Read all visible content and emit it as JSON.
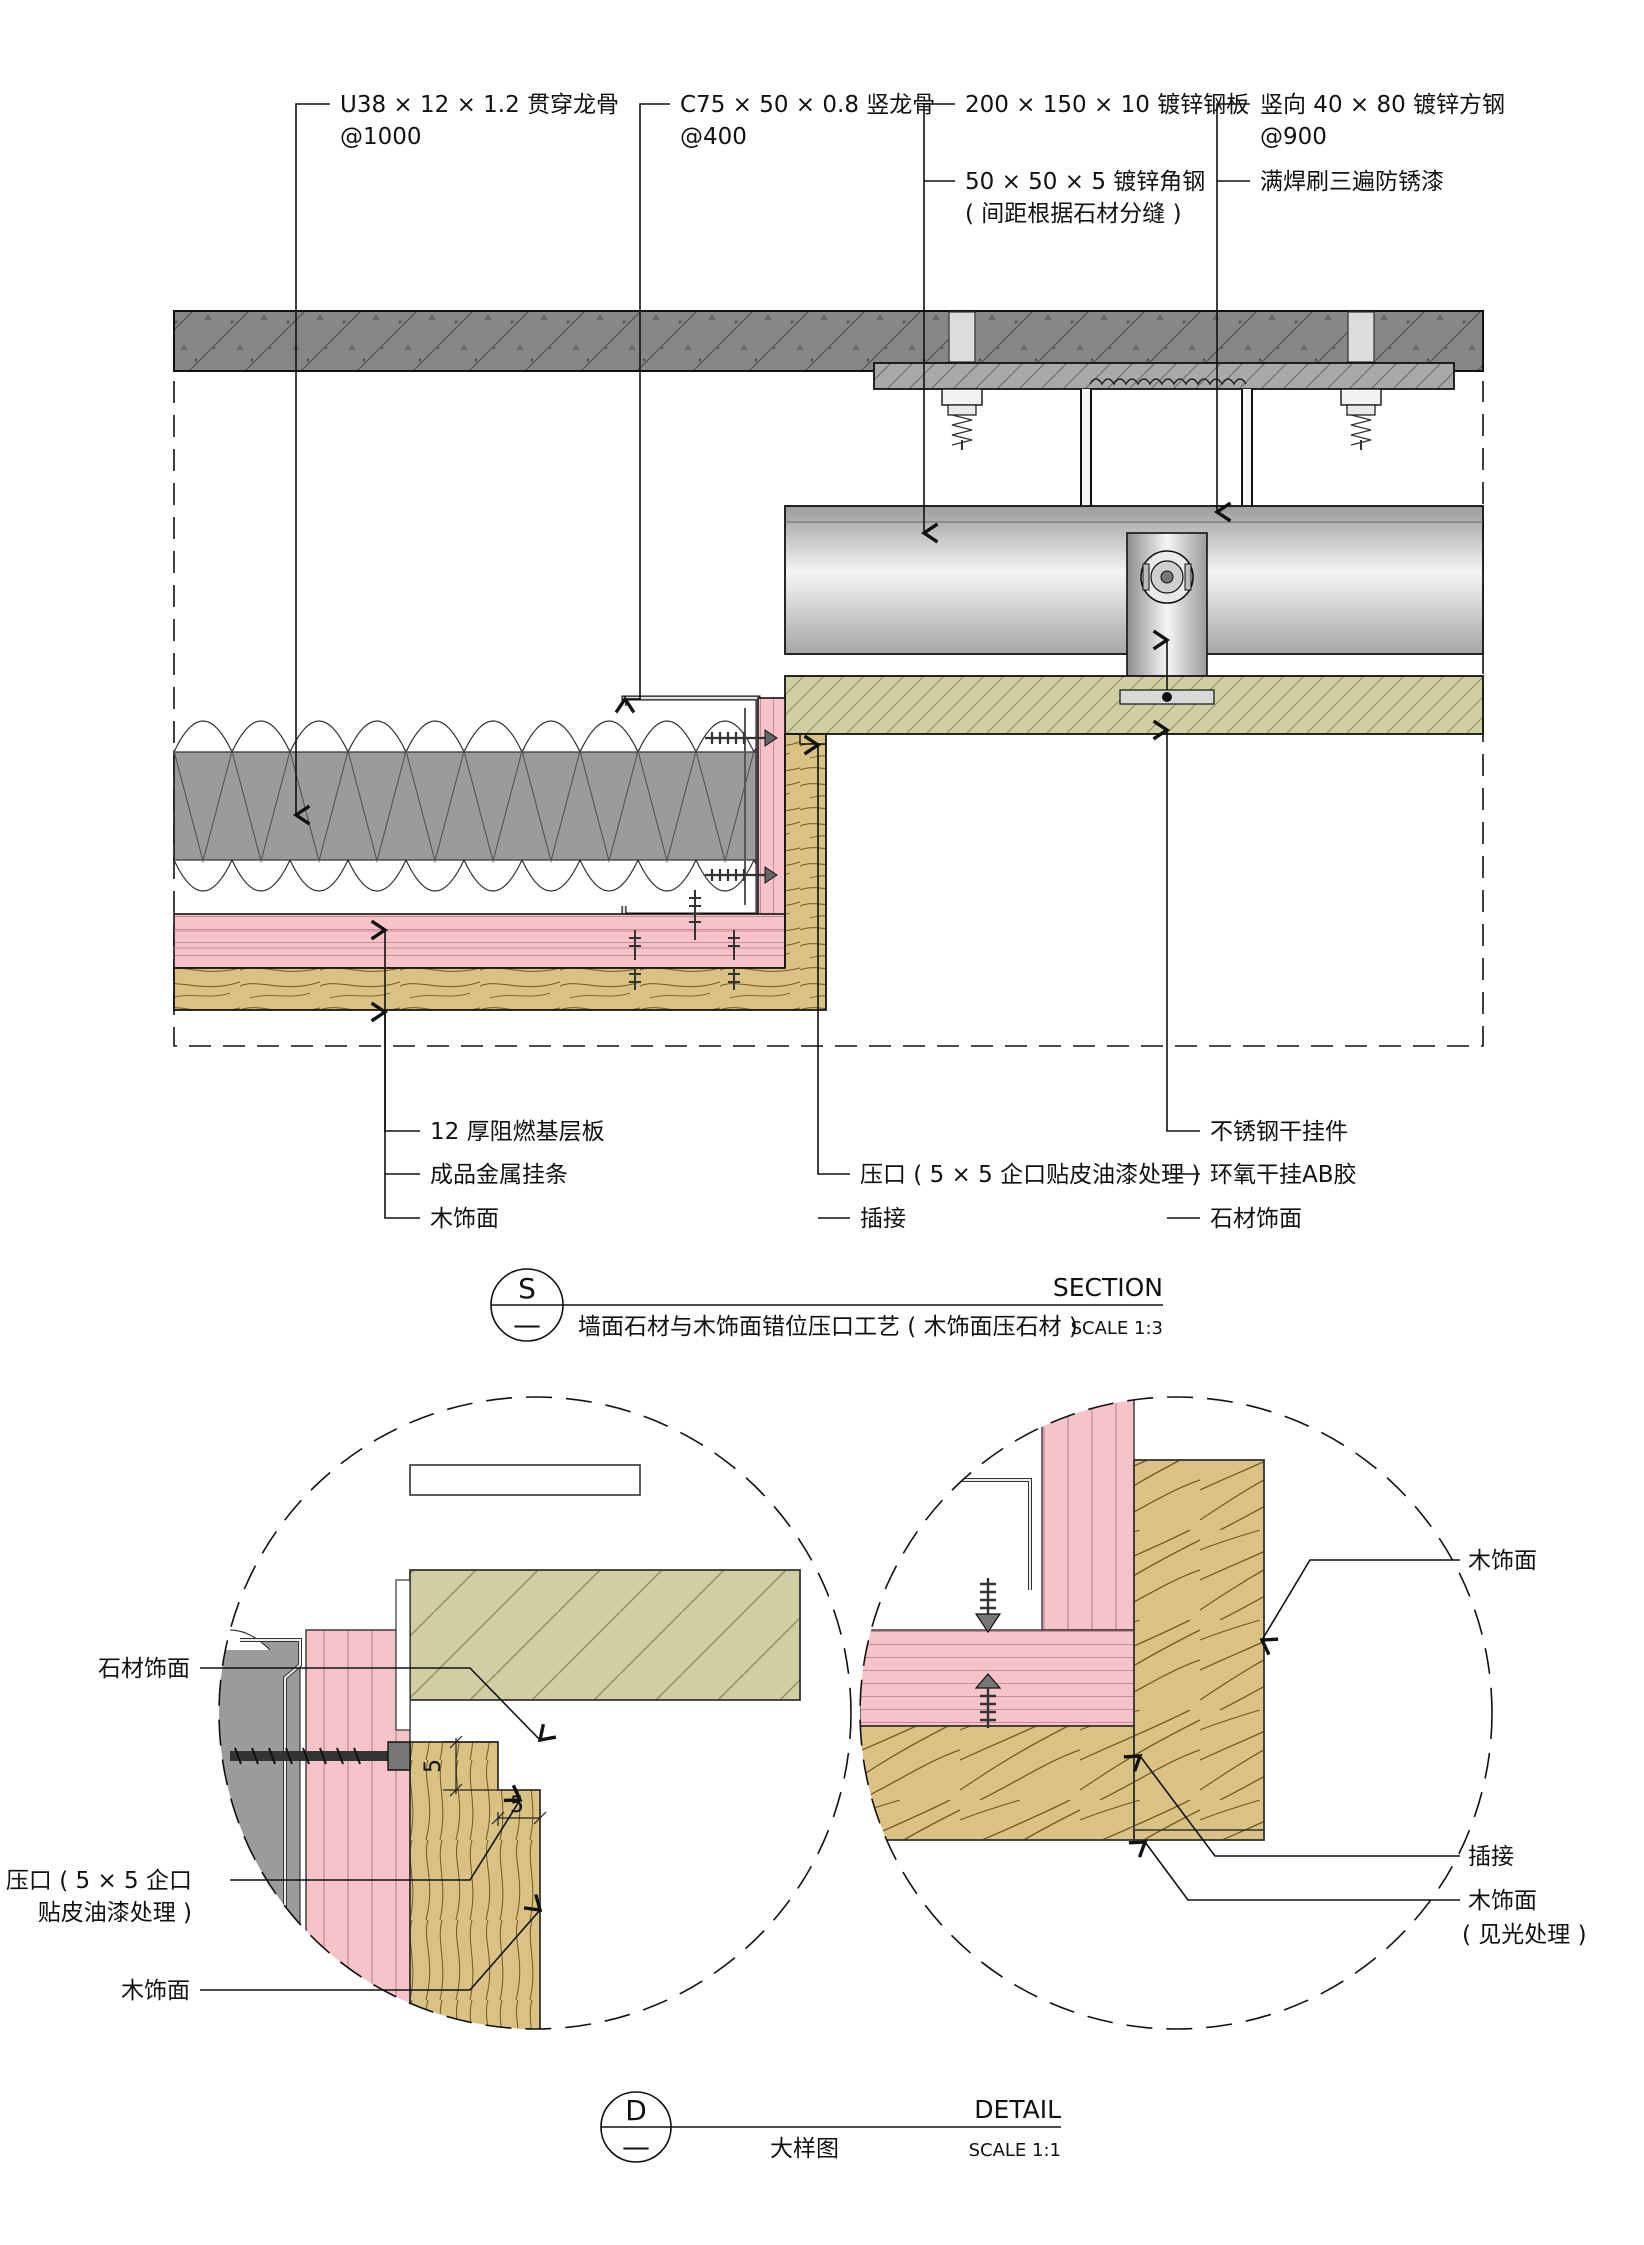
{
  "section": {
    "labels": {
      "u38": "U38 × 12 × 1.2 贯穿龙骨",
      "u38_spacing": "@1000",
      "c75": "C75 × 50 × 0.8 竖龙骨",
      "c75_spacing": "@400",
      "plate": "200 × 150 × 10 镀锌钢板",
      "angle": "50 × 50 × 5 镀锌角钢",
      "angle_note": "( 间距根据石材分缝 )",
      "tube": "竖向 40 × 80 镀锌方钢",
      "tube_spacing": "@900",
      "weld": "满焊刷三遍防锈漆",
      "board": "12 厚阻燃基层板",
      "strip": "成品金属挂条",
      "wood1": "木饰面",
      "press": "压口 ( 5 × 5 企口贴皮油漆处理 )",
      "insert": "插接",
      "pendant": "不锈钢干挂件",
      "glue": "环氧干挂AB胶",
      "stone": "石材饰面"
    },
    "title": {
      "symbol": "S",
      "sub": "—",
      "heading": "SECTION",
      "name": "墙面石材与木饰面错位压口工艺 ( 木饰面压石材 )",
      "scale": "SCALE 1:3"
    }
  },
  "detail": {
    "left": {
      "stone": "石材饰面",
      "press_1": "压口 ( 5 × 5 企口",
      "press_2": "贴皮油漆处理 )",
      "wood": "木饰面",
      "dim_a": "5",
      "dim_b": "5"
    },
    "right": {
      "wood": "木饰面",
      "insert": "插接",
      "wood_lit": "木饰面",
      "wood_lit_note": "( 见光处理 )"
    },
    "title": {
      "symbol": "D",
      "sub": "—",
      "heading": "DETAIL",
      "name": "大样图",
      "scale": "SCALE 1:1"
    }
  },
  "colors": {
    "concrete": "#878787",
    "plate": "#a8a8a8",
    "insulation": "#9b9b9b",
    "pink_board": "#f6c3c8",
    "wood": "#d9c283",
    "stone": "#cfcfa3",
    "steel_light": "#f0f0f0",
    "steel_dark": "#a0a0a0"
  }
}
